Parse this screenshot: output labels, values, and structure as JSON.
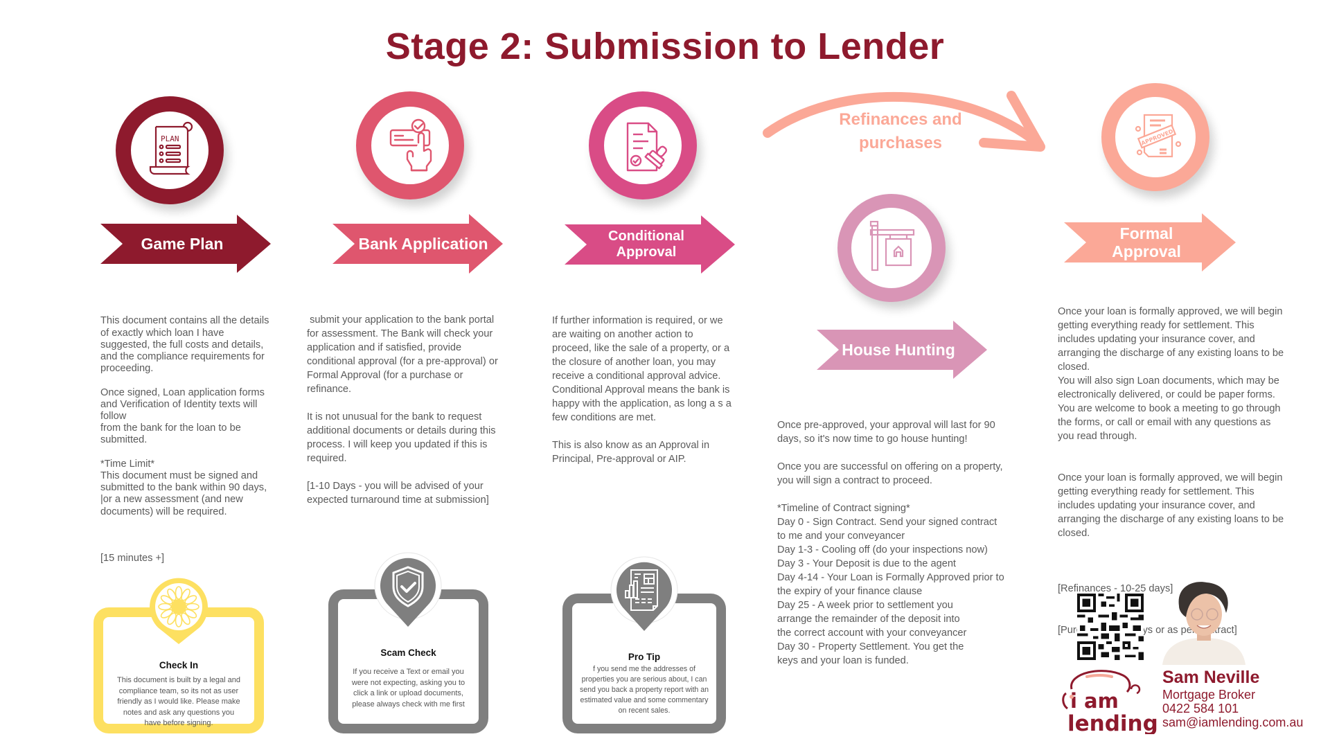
{
  "title": "Stage 2: Submission to Lender",
  "colors": {
    "title": "#8e1a2d",
    "game_plan": "#8e1a2d",
    "bank_application": "#df566e",
    "conditional_approval": "#d94c86",
    "house_hunting": "#d995b6",
    "formal_approval": "#fba897",
    "check_in": "#fde061",
    "grey_card": "#7f7f7f"
  },
  "refinance_path": {
    "label_line1": "Refinances and",
    "label_line2": "purchases"
  },
  "steps": [
    {
      "icon": "plan-scroll-icon",
      "icon_text": "PLAN",
      "label": "Game Plan",
      "text": "This document contains all the details\nof exactly which loan I have\nsuggested, the full costs and details,\nand the compliance requirements for\nproceeding.\n\nOnce signed, Loan application forms\nand Verification of Identity texts will\nfollow\nfrom the bank for the loan to be\nsubmitted.\n\n*Time Limit*\nThis document must be signed and\nsubmitted to the bank within 90 days,\n|or a new assessment (and new\ndocuments) will be required.",
      "duration": "[15 minutes +]"
    },
    {
      "icon": "click-checkmark-icon",
      "label": "Bank Application",
      "text": " submit your application to the bank portal\nfor assessment. The Bank will check your\napplication and if satisfied, provide\nconditional approval (for a pre-approval) or\nFormal Approval (for a purchase or\nrefinance.\n\nIt is not unusual for the bank to request\nadditional documents or details during this\nprocess. I will keep you updated if this is\nrequired.\n\n[1-10 Days - you will be advised of your\nexpected turnaround time at submission]"
    },
    {
      "icon": "document-stamp-icon",
      "label_line1": "Conditional",
      "label_line2": "Approval",
      "text": "If further information is required, or we\nare waiting on another action to\nproceed, like the sale of a property, or a\nthe closure of another loan, you may\nreceive a conditional approval advice.\nConditional Approval means the bank is\nhappy with the application, as long a s a\nfew conditions are met.\n\nThis is also know as an Approval in\nPrincipal, Pre-approval or AIP."
    },
    {
      "icon": "for-sale-sign-icon",
      "label": "House Hunting",
      "text": "Once pre-approved, your approval will last for 90\ndays, so it's now time to go house hunting!\n\nOnce you are successful on offering on a property,\nyou will sign a contract to proceed.\n\n*Timeline of Contract signing*\nDay 0 - Sign Contract. Send your signed contract\nto me and your conveyancer\nDay 1-3 - Cooling off (do your inspections now)\nDay 3 - Your Deposit is due to the agent\nDay 4-14 - Your Loan is Formally Approved prior to\nthe expiry of your finance clause\nDay 25 - A week prior to settlement you\narrange the remainder of the deposit into\nthe correct account with your conveyancer\nDay 30 - Property Settlement. You get the\nkeys and your loan is funded."
    },
    {
      "icon": "approved-document-icon",
      "icon_text": "APPROVED",
      "label": "Formal Approval",
      "text": "Once your loan is formally approved, we will begin\ngetting everything ready for settlement. This\nincludes updating your insurance cover, and\narranging the discharge of any existing loans to be\nclosed.\nYou will also sign Loan documents, which may be\nelectronically delivered, or could be paper forms.\nYou are welcome to book a meeting to go through\nthe forms, or call or email with any questions as\nyou read through.\n\n\nOnce your loan is formally approved, we will begin\ngetting everything ready for settlement. This\nincludes updating your insurance cover, and\narranging the discharge of any existing loans to be\nclosed.",
      "duration_refinance": "[Refinances - 10-25 days]",
      "duration_purchase": "[Purchases - 30 days or as per contract]"
    }
  ],
  "cards": [
    {
      "icon": "sunflower-icon",
      "title": "Check In",
      "text": "This document is built by a legal and compliance team, so its not as user friendly as I would like. Please make notes and ask any questions you have before signing."
    },
    {
      "icon": "shield-check-icon",
      "title": "Scam Check",
      "text": "If you receive a Text or email you were not expecting, asking you to click a link or upload documents, please always check with me first"
    },
    {
      "icon": "report-chart-icon",
      "title": "Pro Tip",
      "text": "f you send me the addresses of properties you are serious about, I can send you back a property report with an estimated value and some commentary on recent sales."
    }
  ],
  "contact": {
    "logo_line1": "i am",
    "logo_line2": "lending",
    "name": "Sam Neville",
    "role": "Mortgage Broker",
    "phone": "0422 584 101",
    "email": "sam@iamlending.com.au",
    "qr_icon": "qr-code-icon",
    "photo_icon": "profile-photo"
  }
}
